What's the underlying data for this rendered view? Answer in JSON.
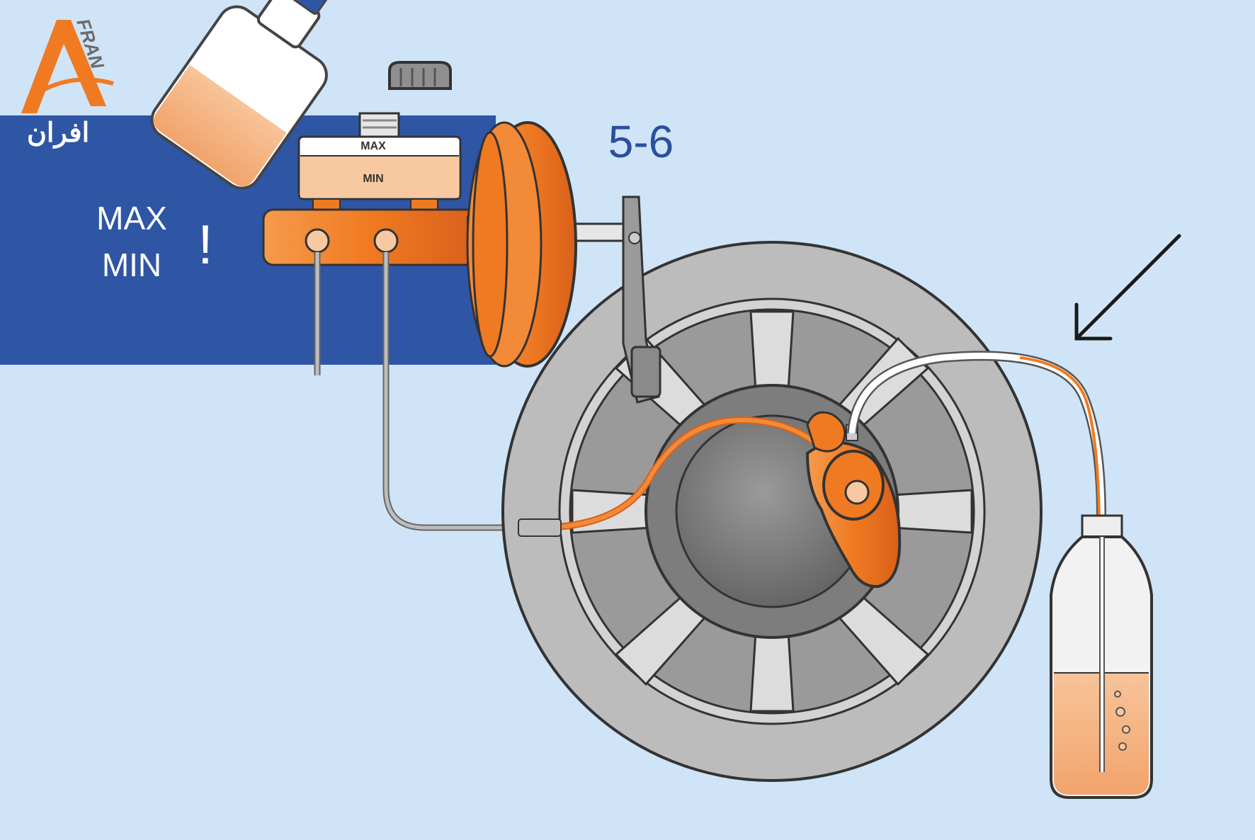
{
  "logo": {
    "latin_text": "FRAN",
    "script_text": "افران"
  },
  "reservoir": {
    "max_label": "MAX",
    "min_label": "MIN"
  },
  "side_note": {
    "max_text": "MAX",
    "min_text": "MIN",
    "warning_mark": "!"
  },
  "step_label": "5-6",
  "colors": {
    "background": "#cfe4f7",
    "band": "#2f55a5",
    "fluid_orange": "#f07a22",
    "fluid_light": "#f8c9a1",
    "tire_gray": "#bcbcbc",
    "step_text": "#2a4f9e",
    "pointer_arrow": "#1a1a1a"
  },
  "icons": [
    "brake-fluid-bottle-icon",
    "master-cylinder-icon",
    "brake-booster-icon",
    "brake-pedal-icon",
    "wheel-icon",
    "brake-caliper-icon",
    "bleeder-hose-icon",
    "catch-bottle-icon",
    "pointer-arrow-icon"
  ]
}
